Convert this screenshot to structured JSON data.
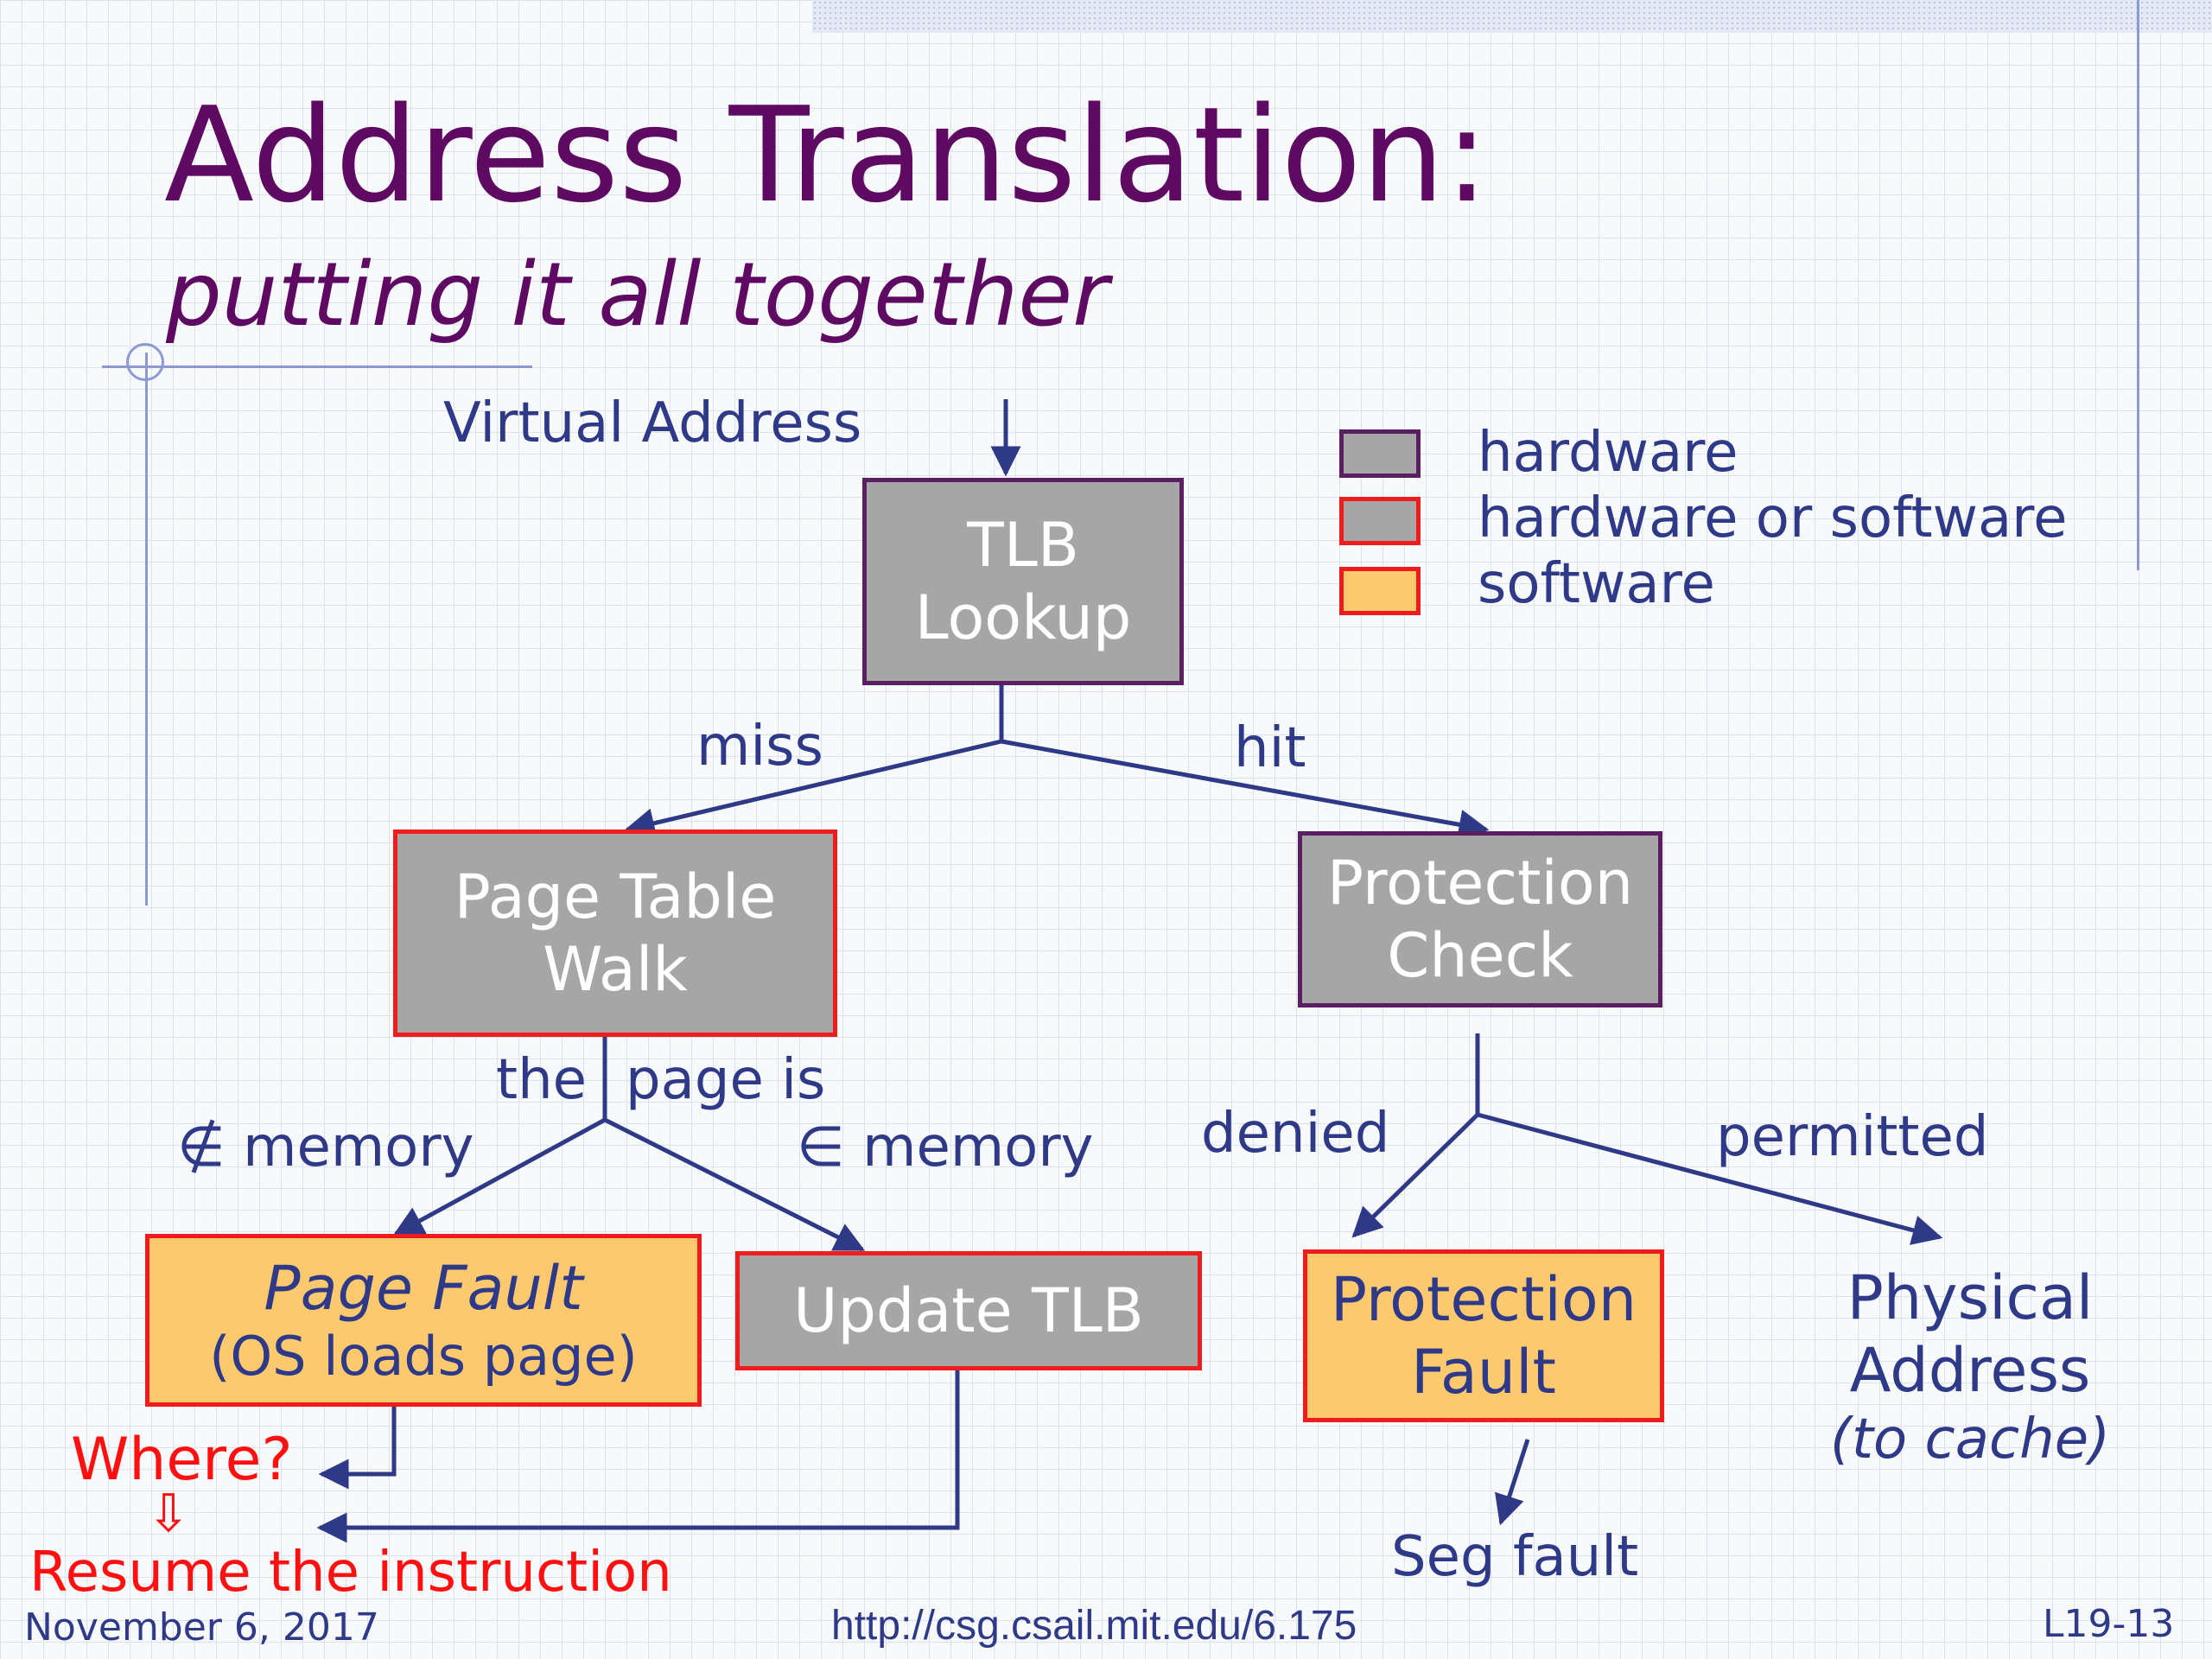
{
  "title": "Address Translation:",
  "subtitle": "putting it all together",
  "virtual_address_label": "Virtual Address",
  "legend": [
    {
      "label": "hardware",
      "fill": "#a6a6a6",
      "border": "#5c1e63"
    },
    {
      "label": "hardware or software",
      "fill": "#a6a6a6",
      "border": "#ee1c1c"
    },
    {
      "label": "software",
      "fill": "#fcc96e",
      "border": "#ee1c1c"
    }
  ],
  "nodes": {
    "tlb_lookup": [
      "TLB",
      "Lookup"
    ],
    "page_table_walk": [
      "Page Table",
      "Walk"
    ],
    "protection_check": [
      "Protection",
      "Check"
    ],
    "page_fault": [
      "Page Fault",
      "(OS loads page)"
    ],
    "update_tlb": "Update TLB",
    "protection_fault": [
      "Protection",
      "Fault"
    ],
    "physical_address": [
      "Physical",
      "Address",
      "(to cache)"
    ]
  },
  "edge_labels": {
    "miss": "miss",
    "hit": "hit",
    "the": "the",
    "page_is": "page is",
    "not_in_memory": "∉ memory",
    "in_memory": "∈ memory",
    "denied": "denied",
    "permitted": "permitted",
    "seg_fault": "Seg fault"
  },
  "annotations": {
    "where": "Where?",
    "down_arrow": "⇩",
    "resume": "Resume the instruction"
  },
  "colors": {
    "title": "#5e0a63",
    "text": "#2e3a87",
    "annotation": "#ff1010",
    "hardware_fill": "#a6a6a6",
    "software_fill": "#fcc96e"
  },
  "footer": {
    "date": "November 6, 2017",
    "url": "http://csg.csail.mit.edu/6.175",
    "slide": "L19-13"
  }
}
